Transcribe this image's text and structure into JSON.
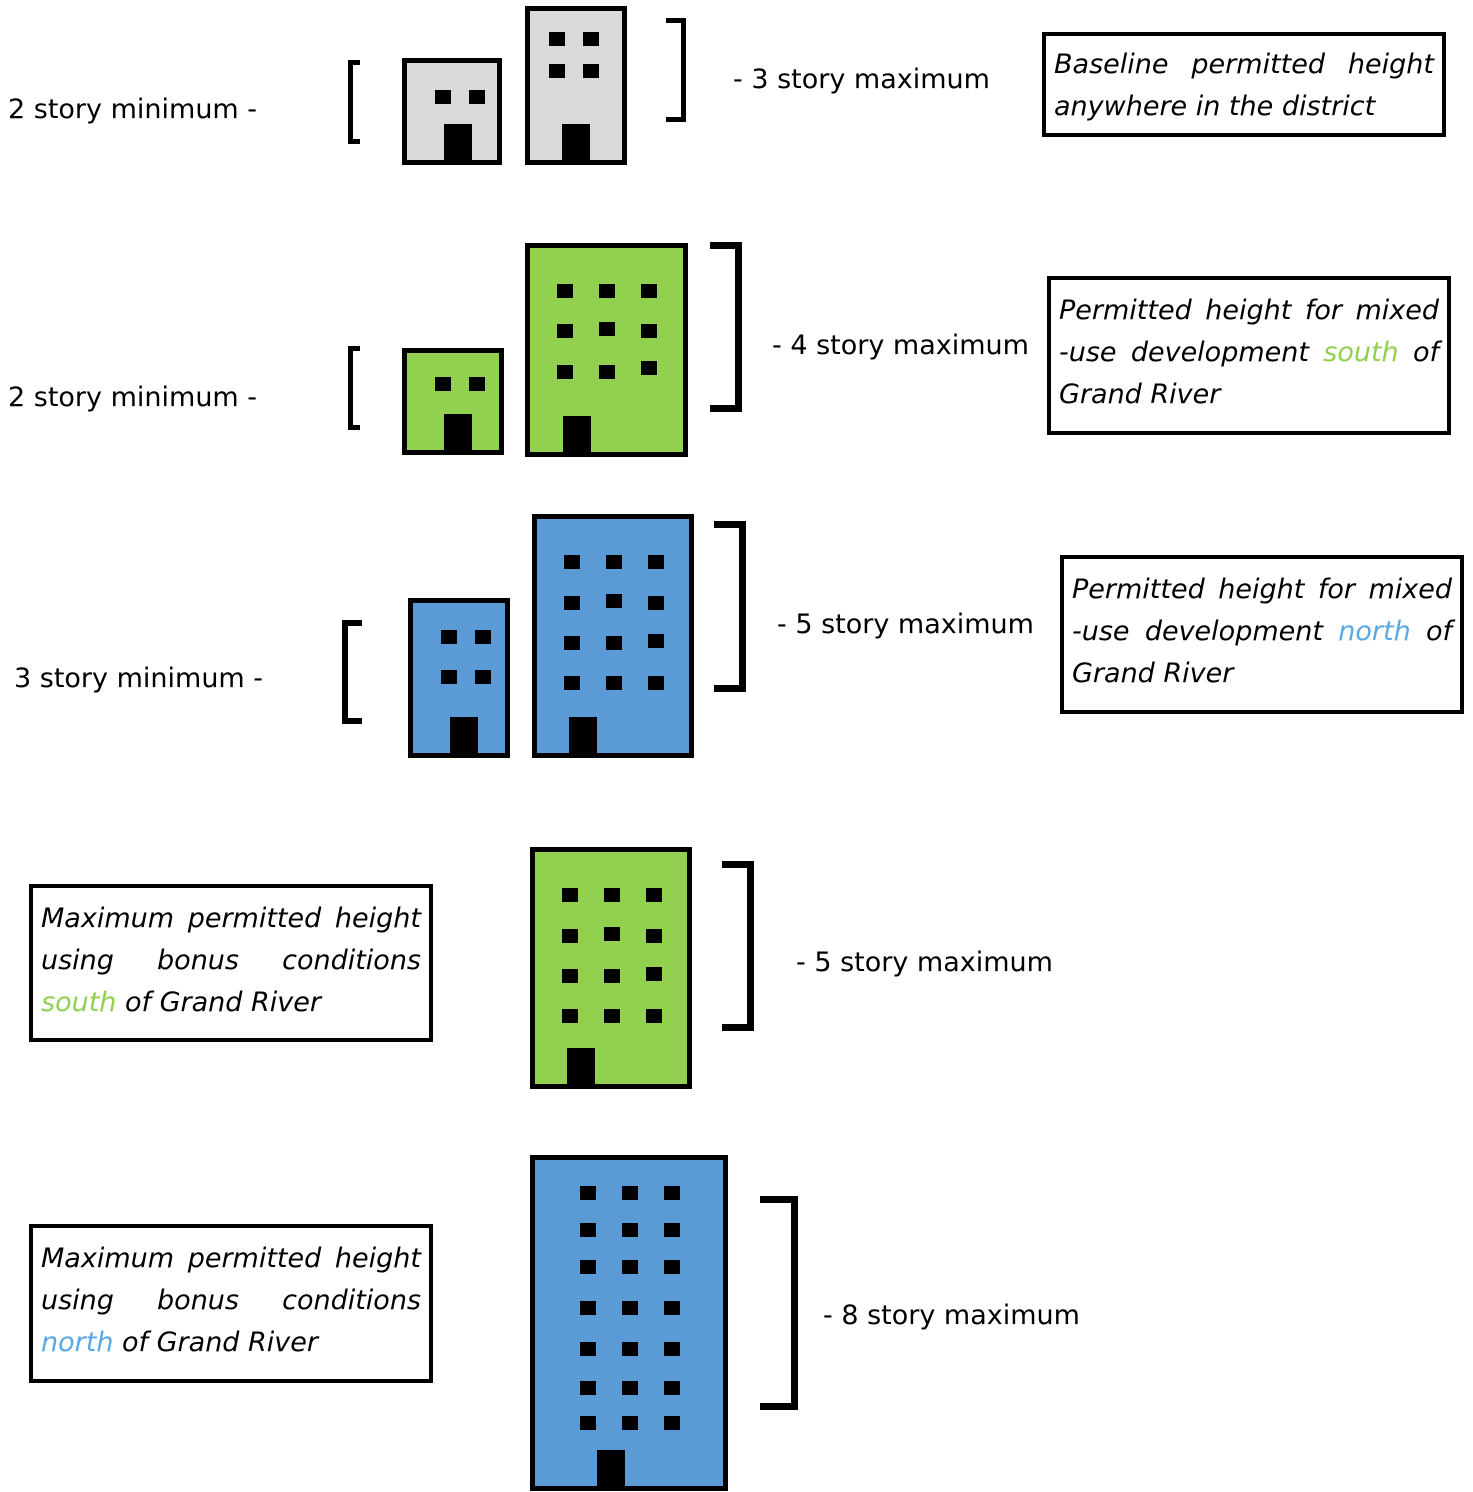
{
  "rows": [
    {
      "min_label": "2 story minimum   -",
      "max_label": "- 3 story maximum",
      "note": {
        "line1": "Baseline permitted height",
        "line2": "anywhere in the district"
      },
      "color": "#d9d9d9"
    },
    {
      "min_label": "2 story minimum   -",
      "max_label": "- 4 story maximum",
      "note": {
        "line1": "Permitted height for mixed",
        "line2_pre": "-use development ",
        "line2_word": "south",
        "line2_post": " of",
        "line3": "Grand River"
      },
      "color": "#92d050"
    },
    {
      "min_label": "3 story minimum   -",
      "max_label": "- 5 story maximum",
      "note": {
        "line1": "Permitted height for mixed",
        "line2_pre": "-use development ",
        "line2_word": "north",
        "line2_post": " of",
        "line3": "Grand River"
      },
      "color": "#5b9bd5"
    },
    {
      "max_label": "- 5 story maximum",
      "note": {
        "line1": "Maximum permitted height",
        "line2": "using bonus conditions",
        "line3_word": "south",
        "line3_post": " of Grand River"
      },
      "color": "#92d050"
    },
    {
      "max_label": "- 8 story maximum",
      "note": {
        "line1": "Maximum permitted height",
        "line2": "using bonus conditions",
        "line3_word": "north",
        "line3_post": " of Grand River"
      },
      "color": "#5b9bd5"
    }
  ],
  "colors": {
    "gray": "#d9d9d9",
    "green": "#92d050",
    "blue": "#5b9bd5",
    "green_word": "#92d050",
    "blue_word": "#5aa9e6"
  }
}
